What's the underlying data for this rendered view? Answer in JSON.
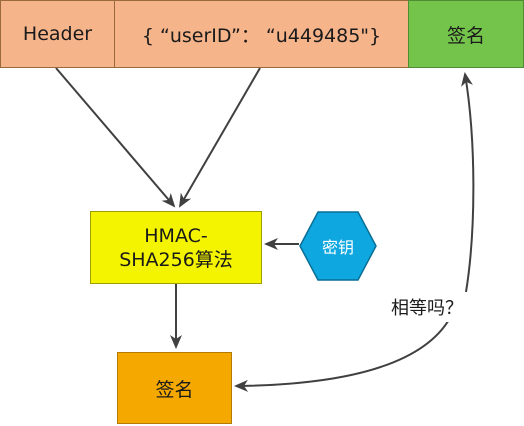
{
  "top_row": {
    "header": "Header",
    "payload": "{ “userID”： “u449485\"}",
    "signature": "签名"
  },
  "hmac": {
    "line1": "HMAC-",
    "line2": "SHA256算法"
  },
  "secret_key": "密钥",
  "compare_label": "相等吗？",
  "result_signature": "签名",
  "colors": {
    "top_cells": "#f6b48a",
    "signature_green": "#74c44c",
    "hmac_yellow": "#f4f400",
    "key_blue": "#0ea7e0",
    "result_orange": "#f4a800",
    "arrow": "#404040"
  }
}
